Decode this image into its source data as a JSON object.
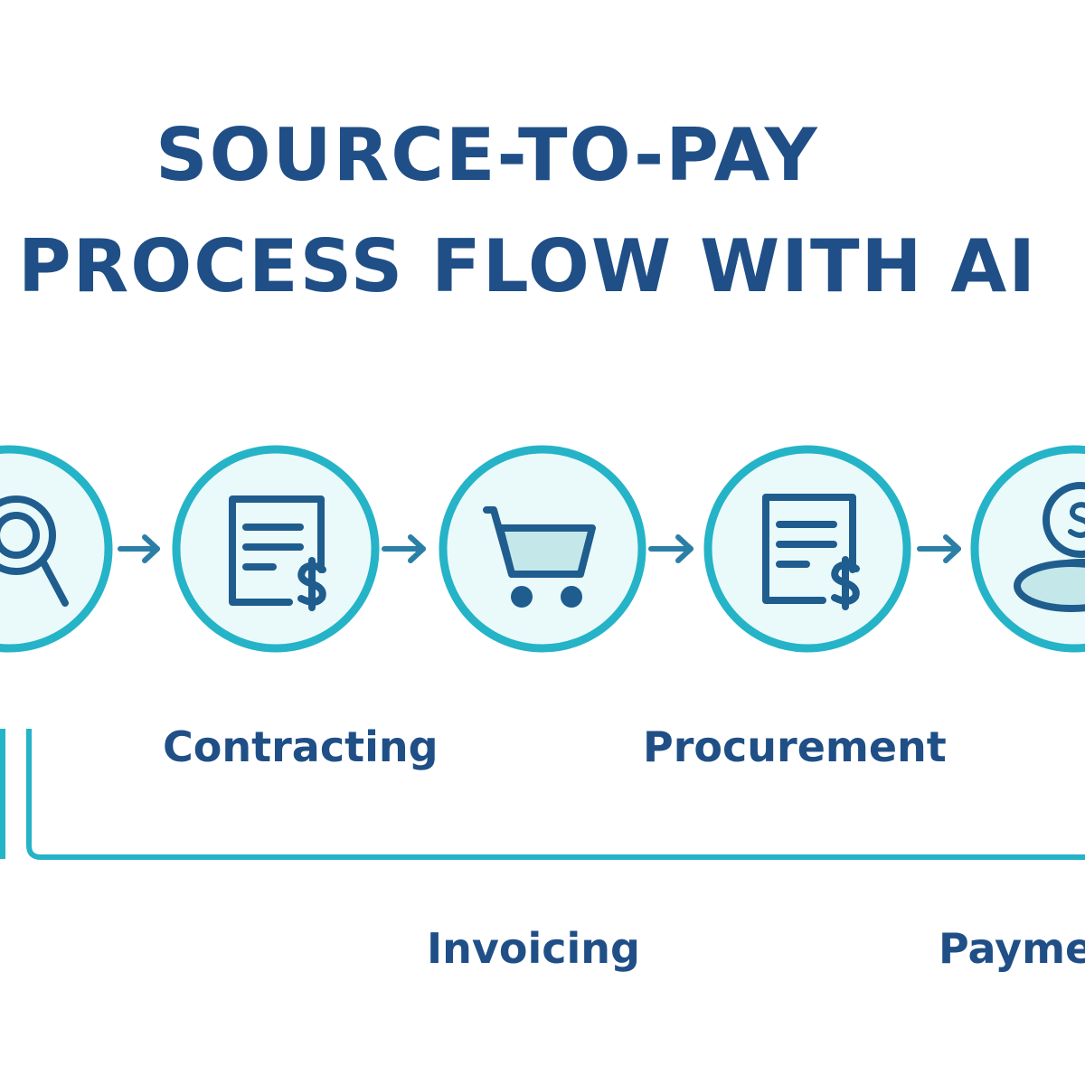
{
  "title": {
    "line1": "SOURCE-TO-PAY",
    "line2": "PROCESS FLOW WITH AI"
  },
  "stages": [
    {
      "id": "sourcing",
      "icon": "magnifying-glass-icon"
    },
    {
      "id": "contracting",
      "icon": "contract-document-icon"
    },
    {
      "id": "procurement",
      "icon": "shopping-cart-icon"
    },
    {
      "id": "invoicing",
      "icon": "invoice-document-icon"
    },
    {
      "id": "payment",
      "icon": "coins-icon"
    }
  ],
  "labels": {
    "contracting": "Contracting",
    "procurement": "Procurement",
    "invoicing": "Invoicing",
    "payment": "Payme"
  },
  "colors": {
    "title": "#1f4f86",
    "circle_stroke": "#25b3c7",
    "circle_fill": "#eafafb",
    "icon_stroke": "#1f5d8e",
    "cart_fill": "#c4e8ea",
    "arrow": "#2b7fa6",
    "connector": "#25b3c7"
  }
}
